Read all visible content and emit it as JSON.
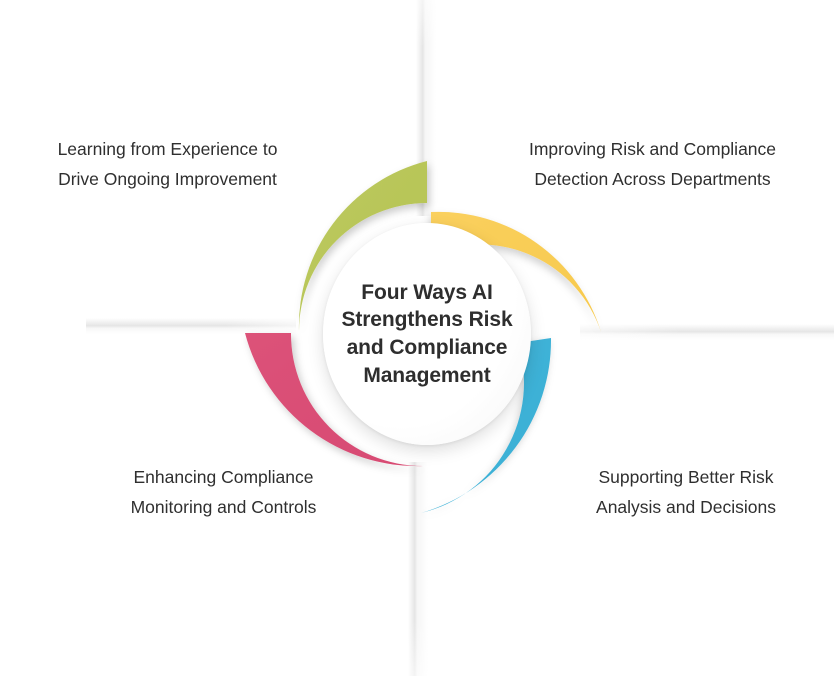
{
  "diagram": {
    "title": "Four Ways AI Strengthens Risk and Compliance Management",
    "center_text": "Four Ways AI Strengthens Risk and Compliance Management",
    "layout": "four-quadrant petal wheel with central circle",
    "colors": {
      "green": "#b5c354",
      "yellow": "#f7c94b",
      "pink": "#d74a72",
      "blue": "#3aaed4",
      "center_fill": "#ffffff",
      "text": "#2f2f2f",
      "center_text": "#2e2e2e",
      "background": "#ffffff",
      "cross_line": "#aaaaaa"
    },
    "quadrants": [
      {
        "position": "top-left",
        "color": "#b5c354",
        "color_name": "olive-green",
        "label": "Learning from Experience to\nDrive Ongoing Improvement"
      },
      {
        "position": "top-right",
        "color": "#f7c94b",
        "color_name": "yellow",
        "label": "Improving Risk and Compliance\nDetection Across Departments"
      },
      {
        "position": "bottom-left",
        "color": "#d74a72",
        "color_name": "pink-crimson",
        "label": "Enhancing Compliance\nMonitoring and Controls"
      },
      {
        "position": "bottom-right",
        "color": "#3aaed4",
        "color_name": "cyan-blue",
        "label": "Supporting Better Risk\nAnalysis and Decisions"
      }
    ]
  }
}
